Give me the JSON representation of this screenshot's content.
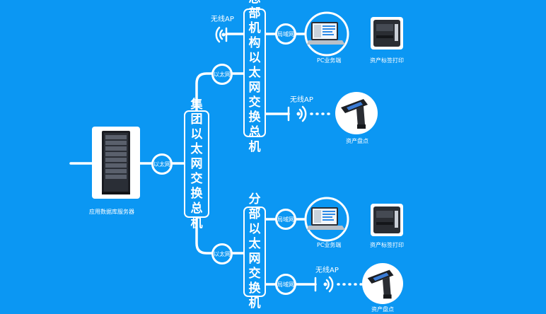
{
  "server": {
    "label": "应用数据库服务器"
  },
  "group_switch": {
    "label": "集团以太网交换总机"
  },
  "hq_switch": {
    "label": "总部机构以太网交换总机"
  },
  "branch_switch": {
    "label": "分部以太网交换机"
  },
  "links": {
    "ethernet": "以太网",
    "lan": "局域网"
  },
  "devices": {
    "pc": "PC业务端",
    "printer": "资产标签打印",
    "scanner": "资产盘点",
    "wireless_ap": "无线AP"
  },
  "colors": {
    "background": "#0b97f3",
    "line": "#ffffff"
  },
  "icons": [
    "server-rack-icon",
    "laptop-icon",
    "label-printer-icon",
    "handheld-scanner-icon",
    "wifi-ap-icon"
  ]
}
